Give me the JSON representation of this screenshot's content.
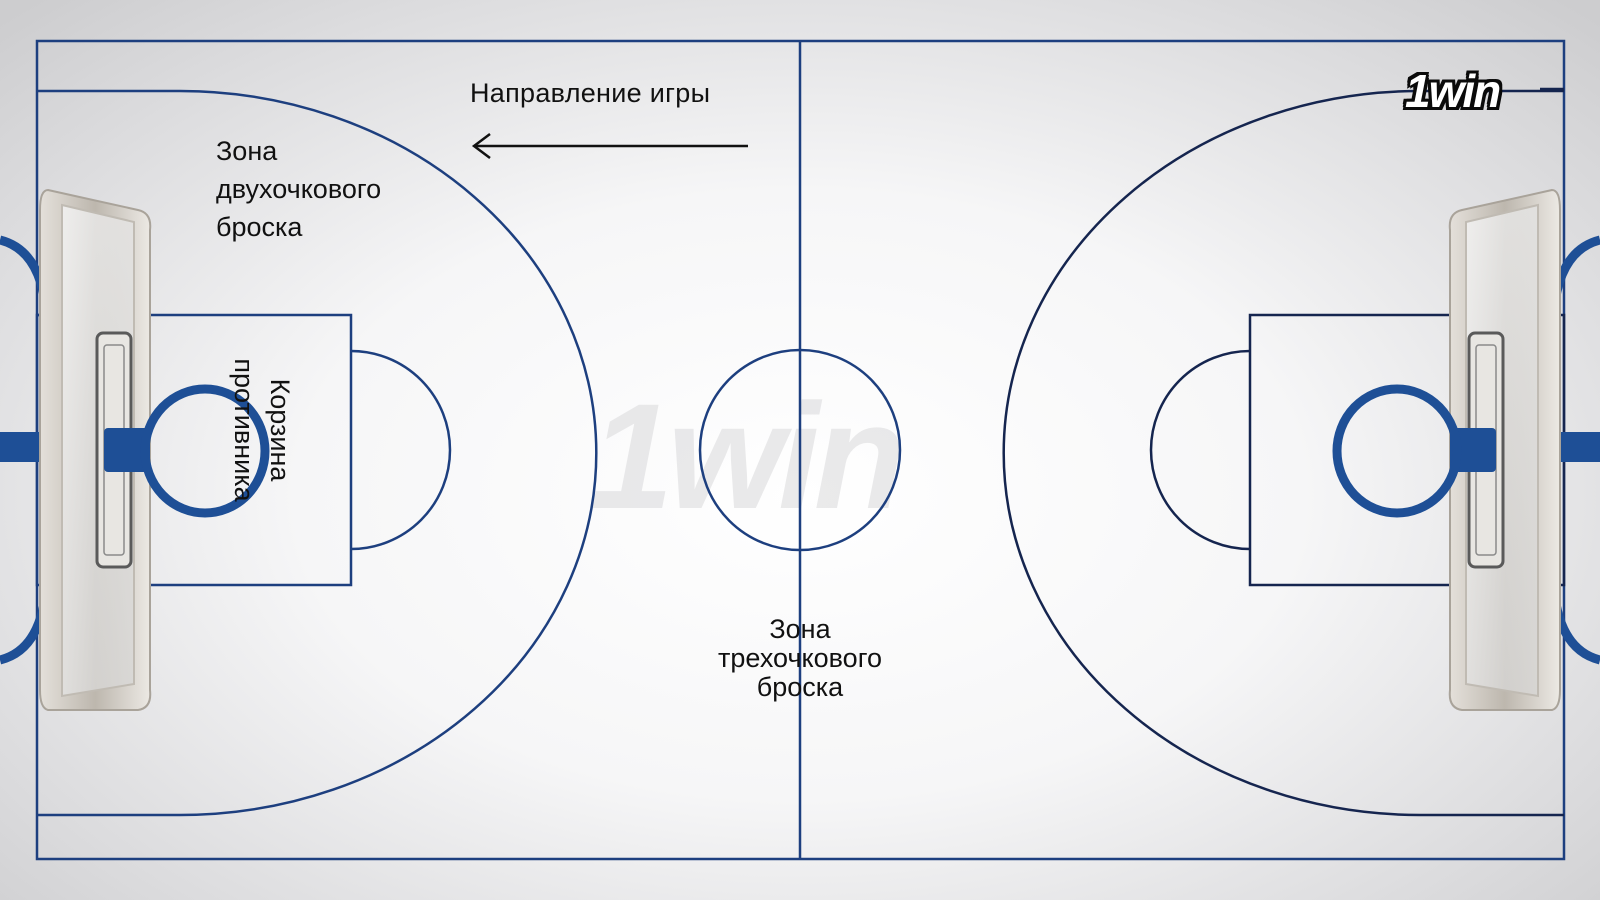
{
  "labels": {
    "direction": "Направление игры",
    "two_point_zone": [
      "Зона",
      "двухочкового",
      "броска"
    ],
    "three_point_zone": [
      "Зона",
      "трехочкового",
      "броска"
    ],
    "opponent_basket": [
      "Корзина",
      "противника"
    ]
  },
  "brand": {
    "logo": "1win",
    "watermark": "1win"
  },
  "colors": {
    "court_line": "#1d3f7f",
    "hoop": "#1e4f96",
    "backboard_frame": "#c9c4bd",
    "text": "#111111"
  },
  "icons": {
    "direction_arrow": "arrow-left-icon"
  }
}
